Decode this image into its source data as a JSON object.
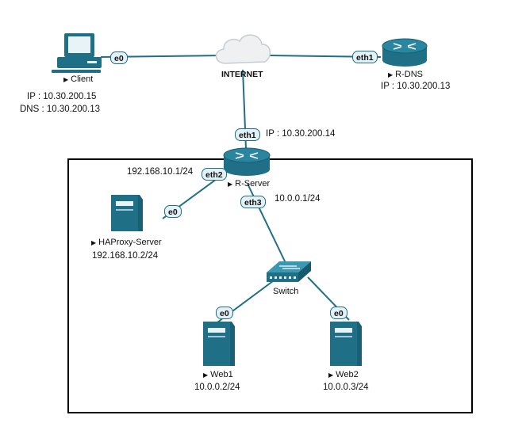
{
  "devices": {
    "client": {
      "name": "Client",
      "ip": "IP : 10.30.200.15",
      "dns": "DNS : 10.30.200.13"
    },
    "internet": {
      "name": "INTERNET"
    },
    "r_dns": {
      "name": "R-DNS",
      "ip": "IP : 10.30.200.13"
    },
    "r_server": {
      "name": "R-Server",
      "eth1_ip": "IP : 10.30.200.14",
      "eth2_net": "192.168.10.1/24",
      "eth3_net": "10.0.0.1/24"
    },
    "haproxy": {
      "name": "HAProxy-Server",
      "ip": "192.168.10.2/24"
    },
    "switch": {
      "name": "Switch"
    },
    "web1": {
      "name": "Web1",
      "ip": "10.0.0.2/24"
    },
    "web2": {
      "name": "Web2",
      "ip": "10.0.0.3/24"
    }
  },
  "ports": {
    "client_e0": "e0",
    "rdns_eth1": "eth1",
    "rserver_eth1": "eth1",
    "rserver_eth2": "eth2",
    "rserver_eth3": "eth3",
    "haproxy_e0": "e0",
    "web1_e0": "e0",
    "web2_e0": "e0"
  },
  "colors": {
    "link": "#1f6f86",
    "device": "#1f6f86",
    "box": "#000000"
  }
}
